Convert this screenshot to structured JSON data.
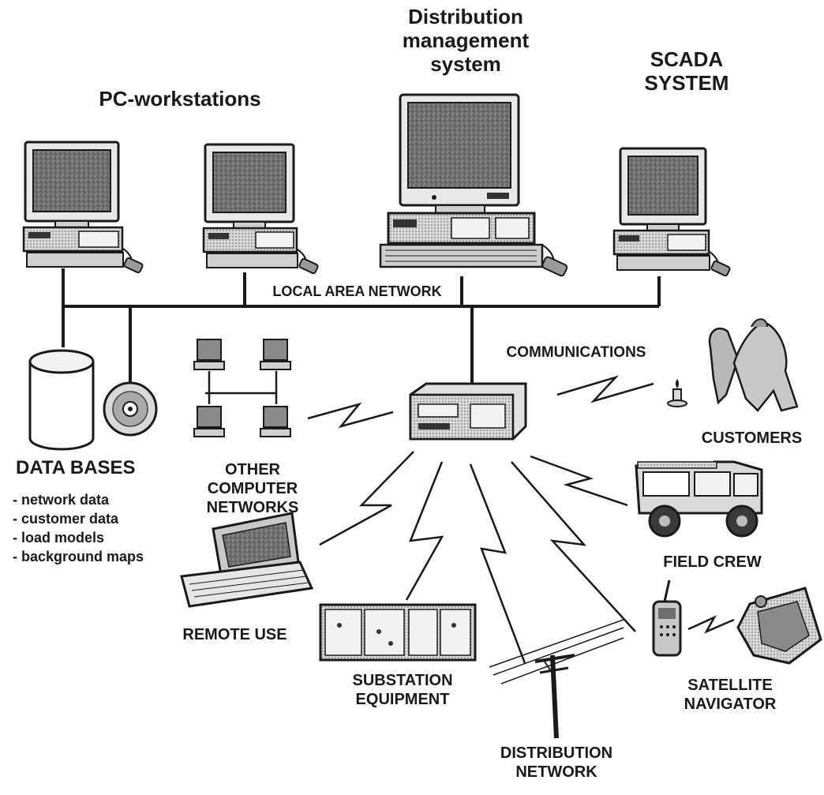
{
  "labels": {
    "pc_workstations": "PC-workstations",
    "dms": [
      "Distribution",
      "management",
      "system"
    ],
    "scada": [
      "SCADA",
      "SYSTEM"
    ],
    "lan": "LOCAL AREA NETWORK",
    "communications": "COMMUNICATIONS",
    "customers": "CUSTOMERS",
    "data_bases": "DATA BASES",
    "other_networks": [
      "OTHER",
      "COMPUTER",
      "NETWORKS"
    ],
    "field_crew": "FIELD CREW",
    "remote_use": "REMOTE USE",
    "substation": [
      "SUBSTATION",
      "EQUIPMENT"
    ],
    "satellite": [
      "SATELLITE",
      "NAVIGATOR"
    ],
    "distribution_network": [
      "DISTRIBUTION",
      "NETWORK"
    ]
  },
  "data_bases_items": [
    "network data",
    "customer data",
    "load models",
    "background maps"
  ],
  "colors": {
    "ink": "#1a1a1a",
    "screen": "#6e6e6e",
    "shade": "#b8b8b8",
    "paper": "#ffffff"
  }
}
